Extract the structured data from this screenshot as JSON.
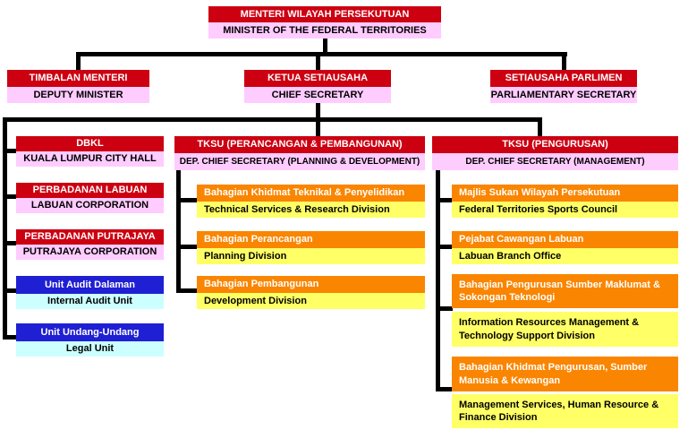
{
  "org": {
    "root": {
      "my": "MENTERI WILAYAH PERSEKUTUAN",
      "en": "MINISTER OF THE FEDERAL TERRITORIES"
    },
    "level2": [
      {
        "my": "TIMBALAN MENTERI",
        "en": "DEPUTY MINISTER"
      },
      {
        "my": "KETUA SETIAUSAHA",
        "en": "CHIEF SECRETARY"
      },
      {
        "my": "SETIAUSAHA PARLIMEN",
        "en": "PARLIAMENTARY SECRETARY"
      }
    ],
    "agencies": [
      {
        "my": "DBKL",
        "en": "KUALA LUMPUR CITY HALL",
        "style": "red"
      },
      {
        "my": "PERBADANAN LABUAN",
        "en": "LABUAN CORPORATION",
        "style": "red"
      },
      {
        "my": "PERBADANAN PUTRAJAYA",
        "en": "PUTRAJAYA CORPORATION",
        "style": "red"
      },
      {
        "my": "Unit Audit Dalaman",
        "en": "Internal Audit Unit",
        "style": "blue"
      },
      {
        "my": "Unit Undang-Undang",
        "en": "Legal Unit",
        "style": "blue"
      }
    ],
    "planning": {
      "header": {
        "my": "TKSU (PERANCANGAN & PEMBANGUNAN)",
        "en": "DEP. CHIEF SECRETARY (PLANNING & DEVELOPMENT)"
      },
      "divisions": [
        {
          "my": "Bahagian Khidmat Teknikal & Penyelidikan",
          "en": "Technical Services & Research Division"
        },
        {
          "my": "Bahagian Perancangan",
          "en": "Planning Division"
        },
        {
          "my": "Bahagian Pembangunan",
          "en": "Development Division"
        }
      ]
    },
    "management": {
      "header": {
        "my": "TKSU (PENGURUSAN)",
        "en": "DEP. CHIEF SECRETARY (MANAGEMENT)"
      },
      "divisions": [
        {
          "my": "Majlis Sukan Wilayah Persekutuan",
          "en": "Federal Territories Sports Council"
        },
        {
          "my": "Pejabat Cawangan Labuan",
          "en": "Labuan Branch Office"
        },
        {
          "my": "Bahagian Pengurusan Sumber Maklumat & Sokongan Teknologi",
          "en": "Information Resources Management & Technology Support Division"
        },
        {
          "my": "Bahagian Khidmat Pengurusan, Sumber Manusia & Kewangan",
          "en": "Management Services, Human Resource & Finance Division"
        }
      ]
    }
  },
  "colors": {
    "red": "#cc0011",
    "pink": "#ffccff",
    "blue": "#1f1fd3",
    "cyan": "#ccffff",
    "orange": "#fa8500",
    "yellow": "#ffff66",
    "line": "#000000"
  }
}
